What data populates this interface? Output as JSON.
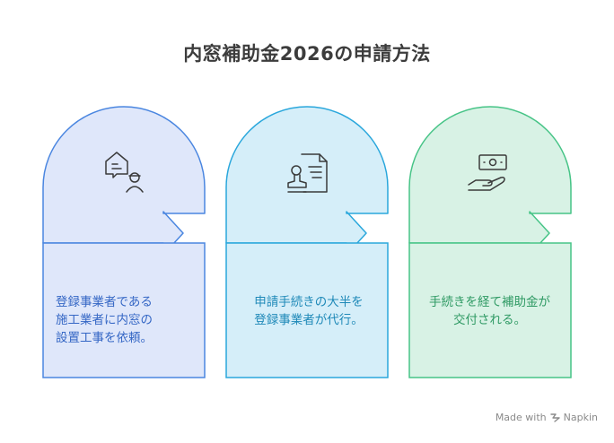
{
  "title": "内窓補助金2026の申請方法",
  "cards": [
    {
      "text": "登録事業者である\n施工業者に内窓の\n設置工事を依頼。",
      "icon": "contractor-icon",
      "stroke": "#4a86e0",
      "fill": "#dfe7fa"
    },
    {
      "text": "申請手続きの大半を\n登録事業者が代行。",
      "icon": "document-stamp-icon",
      "stroke": "#2aa7dc",
      "fill": "#d5eef9"
    },
    {
      "text": "手続きを経て補助金が\n交付される。",
      "icon": "money-hand-icon",
      "stroke": "#47c487",
      "fill": "#d8f2e5"
    }
  ],
  "footer": {
    "made_with": "Made with",
    "brand": "Napkin"
  }
}
